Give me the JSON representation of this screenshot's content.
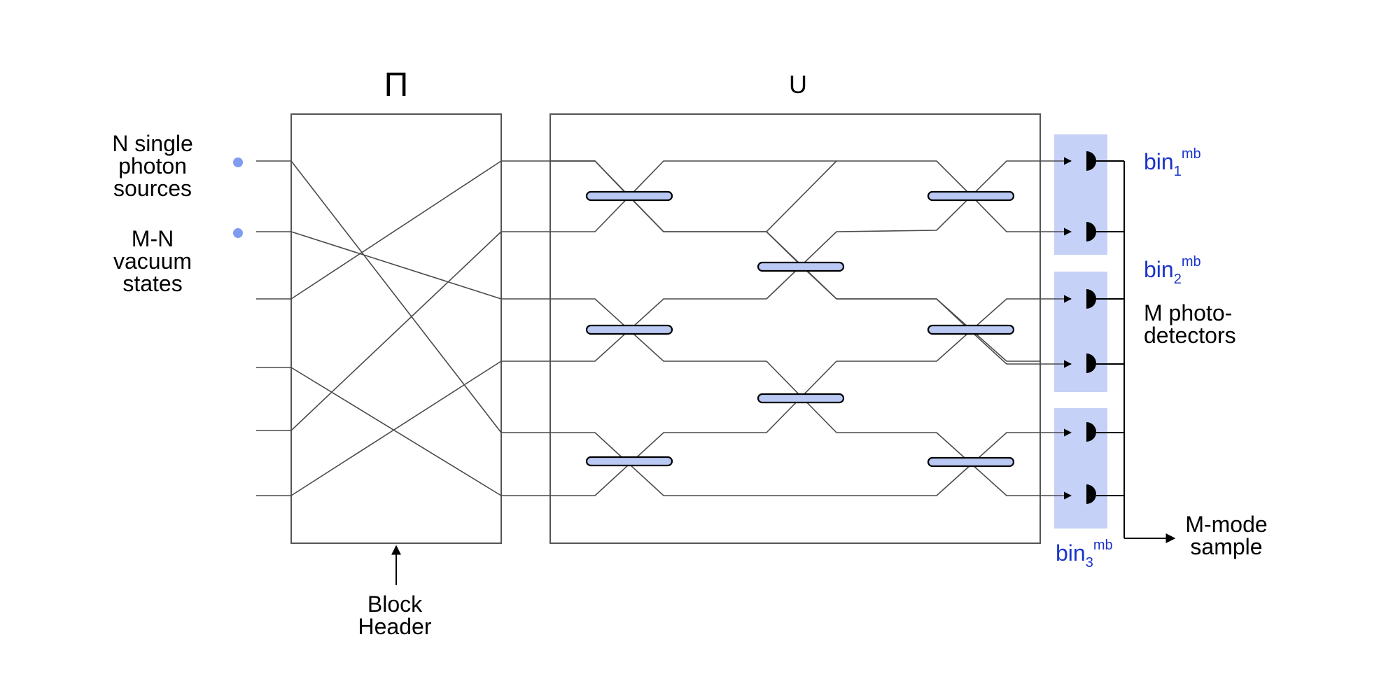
{
  "headers": {
    "permutation": "Π",
    "unitary": "U"
  },
  "inputs": {
    "sources_lines": [
      "N single",
      "photon",
      "sources"
    ],
    "vacuum_lines": [
      "M-N",
      "vacuum",
      "states"
    ]
  },
  "annotations": {
    "block_header_lines": [
      "Block",
      "Header"
    ],
    "photodetectors_lines": [
      "M photo-",
      "detectors"
    ],
    "sample_lines": [
      "M-mode",
      "sample"
    ]
  },
  "bins": [
    {
      "base": "bin",
      "sub": "1",
      "sup": "mb"
    },
    {
      "base": "bin",
      "sub": "2",
      "sup": "mb"
    },
    {
      "base": "bin",
      "sub": "3",
      "sup": "mb"
    }
  ],
  "colors": {
    "bin_fill": "#c5d1f7",
    "beamsplitter_fill": "#b9c9f4",
    "source_dot": "#7f9cf0",
    "bin_label": "#1a34c8"
  },
  "icons": {
    "source": "filled-circle",
    "detector": "half-disc",
    "beamsplitter": "rounded-bar"
  }
}
